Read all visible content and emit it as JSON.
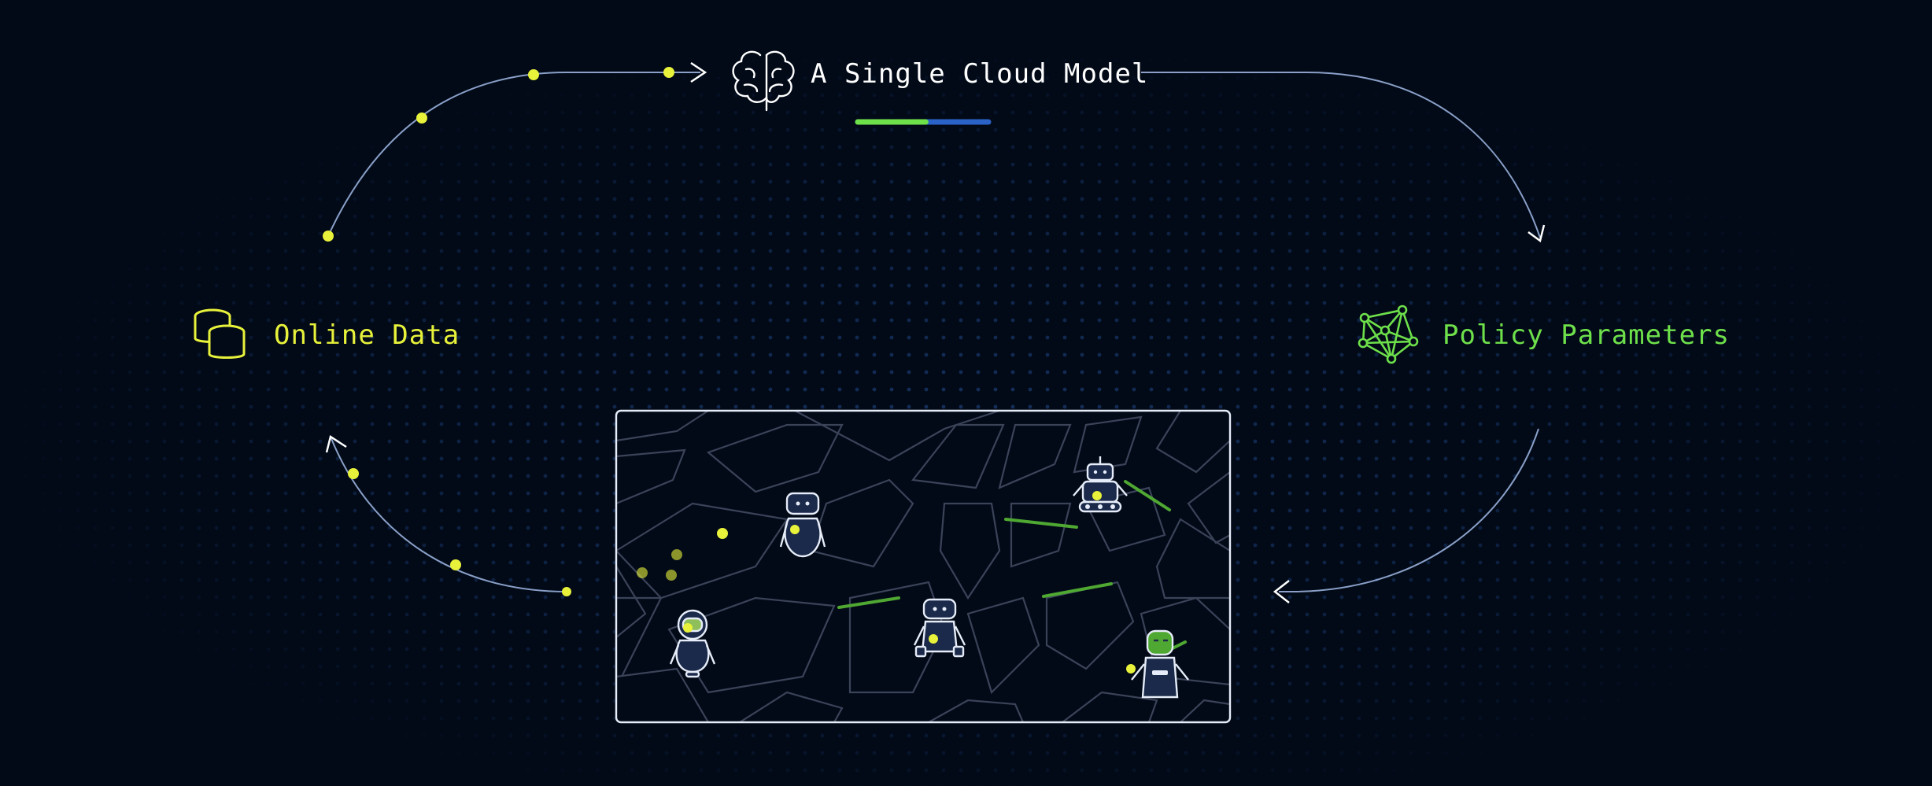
{
  "nodes": {
    "cloud_model": {
      "label": "A Single Cloud Model",
      "icon": "brain-icon"
    },
    "online_data": {
      "label": "Online Data",
      "icon": "database-icon"
    },
    "policy_parameters": {
      "label": "Policy Parameters",
      "icon": "network-graph-icon"
    },
    "robot_fleet": {
      "icon": "city-map-with-robots"
    }
  },
  "colors": {
    "background": "#020a18",
    "online_data": "#e8f23a",
    "policy_parameters": "#6ee04a",
    "cloud_model": "#ffffff",
    "arrow": "#8aa0c8",
    "progress_green": "#6ee04a",
    "progress_blue": "#2a62c8",
    "robot_body": "#1b2a4a",
    "robot_outline": "#e6ecf8",
    "map_roads": "#3a4358"
  },
  "progress_bar": {
    "fraction_green": 0.52
  },
  "cycle": [
    "online_data",
    "cloud_model",
    "policy_parameters",
    "robot_fleet"
  ]
}
